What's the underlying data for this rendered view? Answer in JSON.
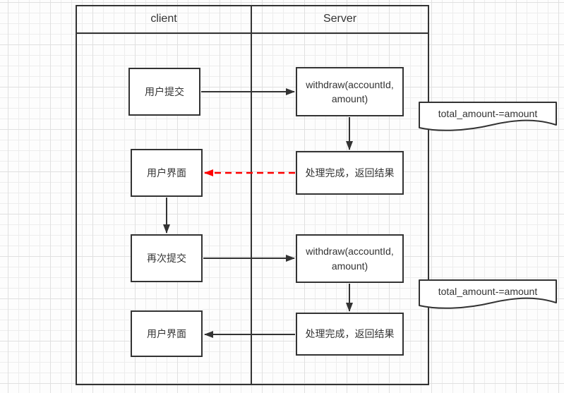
{
  "lanes": [
    {
      "label": "client"
    },
    {
      "label": "Server"
    }
  ],
  "nodes": {
    "client_submit": {
      "label": "用户提交"
    },
    "client_ui_1": {
      "label": "用户界面"
    },
    "client_resubmit": {
      "label": "再次提交"
    },
    "client_ui_2": {
      "label": "用户界面"
    },
    "server_withdraw_1": {
      "label": "withdraw(accountId, amount)"
    },
    "server_result_1": {
      "label": "处理完成，返回结果"
    },
    "server_withdraw_2": {
      "label": "withdraw(accountId, amount)"
    },
    "server_result_2": {
      "label": "处理完成，返回结果"
    }
  },
  "annotations": [
    {
      "label": "total_amount-=amount"
    },
    {
      "label": "total_amount-=amount"
    }
  ],
  "colors": {
    "stroke": "#333333",
    "return_arrow_red": "#ff0000"
  }
}
